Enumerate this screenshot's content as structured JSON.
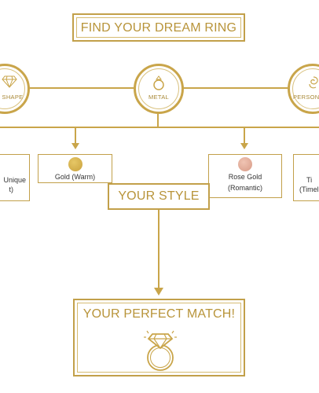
{
  "title": "FIND YOUR DREAM RING",
  "nodes": {
    "shape": "SHAPE",
    "metal": "METAL",
    "personality": "PERSONA"
  },
  "options": {
    "left_partial_line1": "Unique",
    "left_partial_line2": "t)",
    "gold": "Gold (Warm)",
    "rose_gold_line1": "Rose Gold",
    "rose_gold_line2": "(Romantic)",
    "right_partial_line1": "Ti",
    "right_partial_line2": "(Timele"
  },
  "your_style": "YOUR STYLE",
  "final": "YOUR PERFECT MATCH!",
  "colors": {
    "gold_accent": "#c2a04a",
    "gold_swatch": "#d4b04a",
    "rose_gold_swatch": "#e0ab98",
    "text_dark": "#333333"
  },
  "icons": [
    "diamond-icon",
    "ring-icon",
    "rose-icon",
    "diamond-ring-icon"
  ]
}
